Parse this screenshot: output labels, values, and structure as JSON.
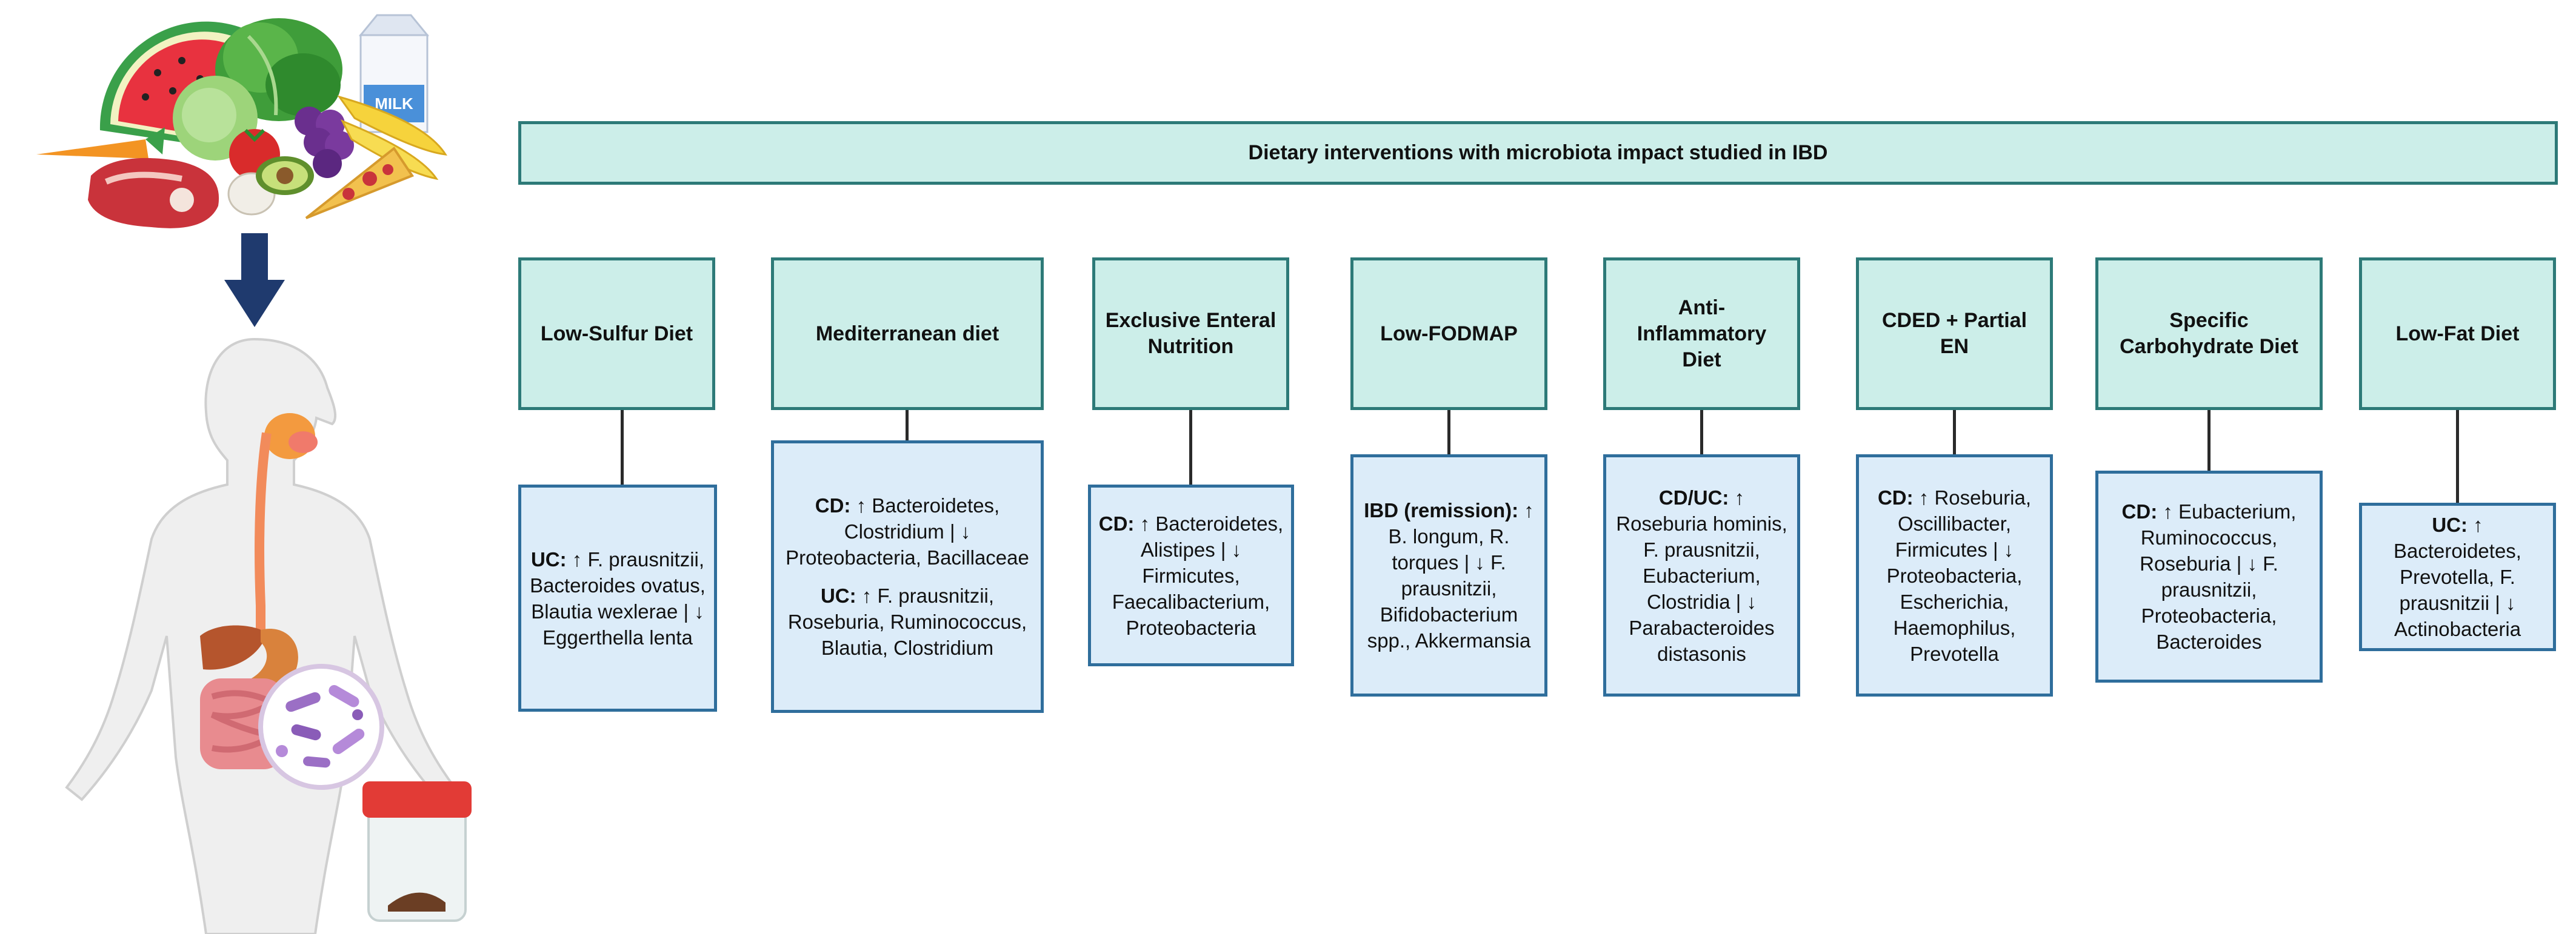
{
  "title": "Dietary interventions with microbiota impact studied in IBD",
  "diets": [
    {
      "name": "Low-Sulfur Diet",
      "effects": [
        {
          "label": "UC:",
          "text": "↑ F. prausnitzii, Bacteroides ovatus, Blautia wexlerae | ↓ Eggerthella lenta"
        }
      ]
    },
    {
      "name": "Mediterranean diet",
      "effects": [
        {
          "label": "CD:",
          "text": "↑ Bacteroidetes, Clostridium | ↓ Proteobacteria, Bacillaceae"
        },
        {
          "label": "UC:",
          "text": "↑ F. prausnitzii, Roseburia, Ruminococcus, Blautia, Clostridium"
        }
      ]
    },
    {
      "name": "Exclusive Enteral Nutrition",
      "effects": [
        {
          "label": "CD:",
          "text": "↑ Bacteroidetes, Alistipes | ↓ Firmicutes, Faecalibacterium, Proteobacteria"
        }
      ]
    },
    {
      "name": "Low-FODMAP",
      "effects": [
        {
          "label": "IBD (remission):",
          "text": "↑ B. longum, R. torques | ↓ F. prausnitzii, Bifidobacterium spp., Akkermansia"
        }
      ]
    },
    {
      "name": "Anti-Inflammatory Diet",
      "effects": [
        {
          "label": "CD/UC:",
          "text": "↑ Roseburia hominis, F. prausnitzii, Eubacterium, Clostridia | ↓ Parabacteroides distasonis"
        }
      ]
    },
    {
      "name": "CDED + Partial EN",
      "effects": [
        {
          "label": "CD:",
          "text": "↑ Roseburia, Oscillibacter, Firmicutes | ↓ Proteobacteria, Escherichia, Haemophilus, Prevotella"
        }
      ]
    },
    {
      "name": "Specific Carbohydrate Diet",
      "effects": [
        {
          "label": "CD:",
          "text": "↑ Eubacterium, Ruminococcus, Roseburia | ↓ F. prausnitzii, Proteobacteria, Bacteroides"
        }
      ]
    },
    {
      "name": "Low-Fat Diet",
      "effects": [
        {
          "label": "UC:",
          "text": "↑ Bacteroidetes, Prevotella, F. prausnitzii | ↓ Actinobacteria"
        }
      ]
    }
  ],
  "illustration": {
    "food_items": [
      "watermelon",
      "lettuce",
      "milk-carton",
      "carrot",
      "tomato",
      "steak",
      "garlic",
      "avocado",
      "grapes",
      "banana",
      "pizza"
    ],
    "arrow_icon": "down-arrow-icon",
    "milk_label": "MILK",
    "colors": {
      "arrow": "#1f3a6e",
      "box_fill": "#cceee9",
      "box_border": "#2d7a78",
      "effect_fill": "#dcecf9",
      "effect_border": "#2f6e9c",
      "esophagus": "#f28b5b",
      "stomach": "#d9823c",
      "intestine": "#e88b8f",
      "jar_lid": "#e23b36"
    }
  }
}
